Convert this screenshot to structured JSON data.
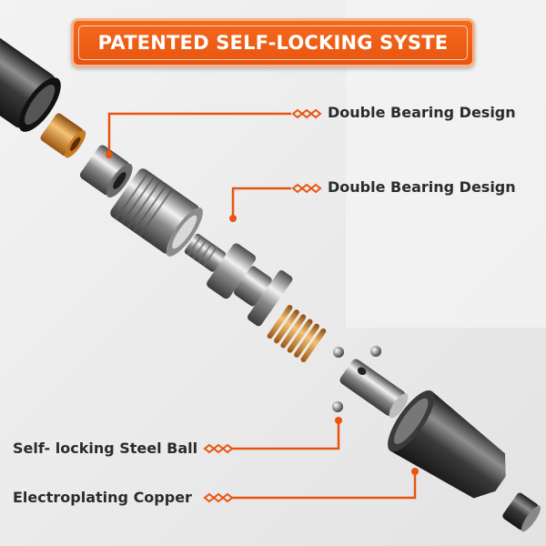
{
  "banner": {
    "title": "PATENTED SELF-LOCKING SYSTE"
  },
  "callouts": {
    "double_bearing_1": "Double Bearing Design",
    "double_bearing_2": "Double Bearing Design",
    "steel_ball": "Self- locking Steel Ball",
    "copper": "Electroplating Copper"
  },
  "colors": {
    "accent": "#e8540f",
    "text": "#2b2b2b",
    "copper": "#d88a2a"
  }
}
